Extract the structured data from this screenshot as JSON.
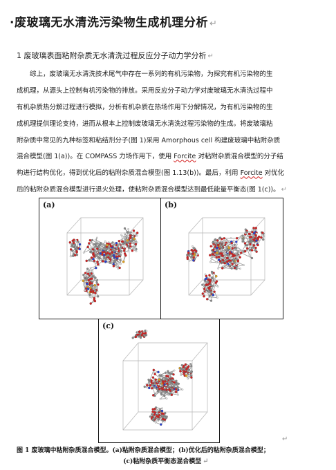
{
  "document": {
    "title": "·废玻璃无水清洗污染物生成机理分析",
    "section_heading": "1 废玻璃表面粘附杂质无水清洗过程反应分子动力学分析",
    "paragraph_lines": [
      "综上，废玻璃无水清洗技术尾气中存在一系列的有机污染物，为探究有机污染物的生",
      "成机理，从源头上控制有机污染物的排放。采用反应分子动力学对废玻璃无水清洗过程中",
      "有机杂质热分解过程进行模拟，分析有机杂质在热场作用下分解情况，为有机污染物的生",
      "成机理提供理论支持，进而从根本上控制废玻璃无水清洗过程污染物的生成。将废玻璃粘",
      "附杂质中常见的九种标签和粘结剂分子(图 1)采用 Amorphous cell 构建废玻璃中粘附杂质",
      "混合模型(图 1(a))。在 COMPASS 力场作用下，使用 Forcite 对粘附杂质混合模型的分子结",
      "构进行结构优化，得到优化后的粘附杂质混合模型(图 1.13(b))。最后，利用 Forcite 对优化",
      "后的粘附杂质混合模型进行退火处理，使粘附杂质混合模型达到最低能量平衡态(图 1(c))。"
    ],
    "paragraph_line6_parts": [
      "混合模型(图 1(a))。在 COMPASS 力场作用下，使用 ",
      "Forcite",
      " 对粘附杂质混合模型的分子结"
    ],
    "paragraph_line7_parts": [
      "构进行结构优化，得到优化后的粘附杂质混合模型(图 1.13(b))。最后，利用 ",
      "Forcite",
      " 对优化"
    ],
    "figure_panels": [
      {
        "label": "(a)"
      },
      {
        "label": "(b)"
      },
      {
        "label": "(c)"
      }
    ],
    "caption_line1": "图 1 废玻璃中粘附杂质混合模型。(a)粘附杂质混合模型；(b)优化后的粘附杂质混合模型；",
    "caption_line2": "(c)粘附杂质平衡态混合模型",
    "paragraph_mark": "↵"
  },
  "colors": {
    "carbon": "#8c8c8c",
    "hydrogen": "#e8e8e8",
    "oxygen": "#d22020",
    "nitrogen": "#2840d0",
    "sulfur": "#e0a020",
    "box": "#b5b5b5",
    "wavy_underline": "#d42020"
  }
}
